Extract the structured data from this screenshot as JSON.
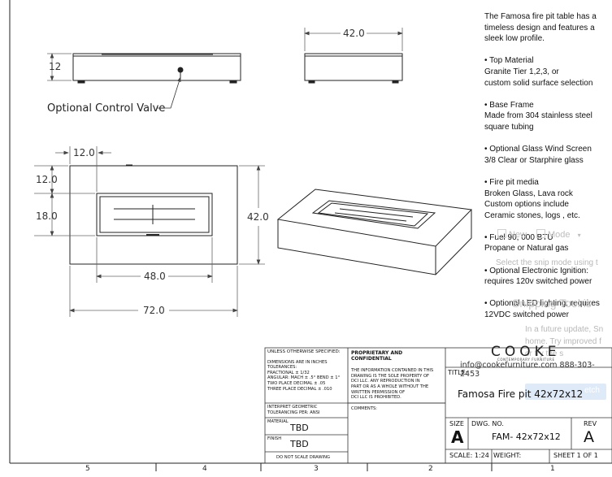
{
  "views": {
    "front": {
      "height_dim": "12",
      "valve_label": "Optional Control Valve"
    },
    "side": {
      "width_dim": "42.0"
    },
    "top": {
      "offset_dim": "12.0",
      "inner_top_dim": "12.0",
      "burner_width_dim": "18.0",
      "depth_dim": "42.0",
      "burner_length_dim": "48.0",
      "length_dim": "72.0"
    }
  },
  "spec_sheet": {
    "intro": [
      "The Famosa fire pit table has a",
      "timeless design and features a",
      "sleek low profile."
    ],
    "sections": [
      {
        "lines": [
          "• Top Material",
          "Granite Tier 1,2,3, or",
          "custom solid surface selection"
        ]
      },
      {
        "lines": [
          "• Base  Frame",
          "Made from 304 stainless steel",
          "square  tubing"
        ]
      },
      {
        "lines": [
          "• Optional Glass Wind Screen",
          "3/8 Clear or Starphire glass"
        ]
      },
      {
        "lines": [
          "• Fire pit media",
          "Broken Glass, Lava rock",
          "Custom options include",
          "Ceramic stones, logs , etc."
        ]
      },
      {
        "lines": [
          "• Fuel  90, 000 BTU",
          "Propane or Natural gas"
        ]
      },
      {
        "lines": [
          "• Optional Electronic Ignition:",
          "requires 120v switched power"
        ]
      },
      {
        "lines": [
          "• Optional LED lighting: requires",
          "12VDC switched power"
        ]
      }
    ]
  },
  "snipping_overlay": {
    "new_label": "New",
    "mode_label": "Mode",
    "hint": "Select the snip mode using t",
    "title": "Snipping Tool is",
    "body": [
      "In a future update, Sn",
      "home. Try improved f",
      "or try the s"
    ],
    "button": "etch"
  },
  "title_block": {
    "tolerance": {
      "heading": "UNLESS OTHERWISE SPECIFIED:",
      "lines": [
        "DIMENSIONS ARE IN INCHES",
        "TOLERANCES:",
        "FRACTIONAL ± 1/32",
        "ANGULAR: MACH ± .5° BEND ± 1°",
        "TWO PLACE DECIMAL    ± .05",
        "THREE PLACE DECIMAL  ± .010"
      ],
      "interpret": [
        "INTERPRET GEOMETRIC",
        "TOLERANCING PER: ANSI"
      ],
      "material_label": "MATERIAL",
      "material_value": "TBD",
      "finish_label": "FINISH",
      "finish_value": "TBD",
      "do_not_scale": "DO NOT SCALE DRAWING"
    },
    "proprietary": {
      "heading": "PROPRIETARY AND CONFIDENTIAL",
      "lines": [
        "THE INFORMATION CONTAINED IN THIS",
        "DRAWING IS THE SOLE PROPERTY OF",
        "DCI LLC.  ANY REPRODUCTION IN",
        "PART OR AS A WHOLE WITHOUT THE",
        "WRITTEN PERMISSION OF",
        "DCI LLC IS PROHIBITED."
      ],
      "comments_label": "COMMENTS:"
    },
    "company": {
      "logo": "COOKE",
      "tagline": "CONTEMPORARY FURNITURE",
      "contact": "info@cookefurniture.com 888-303-2453"
    },
    "title_label": "TITLE:",
    "title_value": "Famosa Fire pit  42x72x12",
    "size_label": "SIZE",
    "size_value": "A",
    "dwg_label": "DWG.  NO.",
    "dwg_value": "FAM- 42x72x12",
    "rev_label": "REV",
    "rev_value": "A",
    "scale": "SCALE: 1:24",
    "weight": "WEIGHT:",
    "sheet": "SHEET 1 OF 1"
  },
  "zone_numbers": [
    "5",
    "4",
    "3",
    "2",
    "1"
  ]
}
